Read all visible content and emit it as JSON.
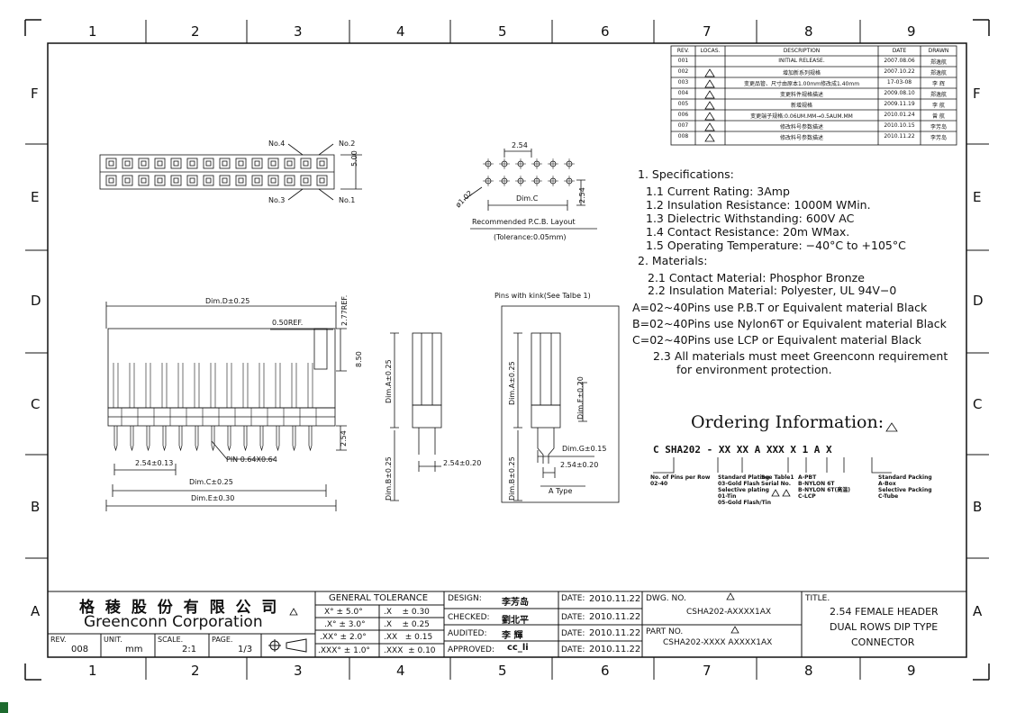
{
  "frame": {
    "col_numbers": [
      "1",
      "2",
      "3",
      "4",
      "5",
      "6",
      "7",
      "8",
      "9"
    ],
    "row_letters": [
      "F",
      "E",
      "D",
      "C",
      "B",
      "A"
    ]
  },
  "revision_table": {
    "headers": [
      "REV.",
      "LOCAS.",
      "DESCRIPTION",
      "DATE",
      "DRAWN"
    ],
    "rows": [
      {
        "rev": "001",
        "description": "INITIAL RELEASE.",
        "date": "2007.08.06",
        "drawn": "郑逸航"
      },
      {
        "rev": "002",
        "description": "增加新系列规格",
        "date": "2007.10.22",
        "drawn": "郑逸航"
      },
      {
        "rev": "003",
        "description": "变更品管、尺寸由原本1.00mm修改成1.40mm",
        "date": "17-03-08",
        "drawn": "李 辉"
      },
      {
        "rev": "004",
        "description": "变更料件规格描述",
        "date": "2009.08.10",
        "drawn": "郑逸航"
      },
      {
        "rev": "005",
        "description": "新增规格",
        "date": "2009.11.19",
        "drawn": "李 航"
      },
      {
        "rev": "006",
        "description": "变更端子规格:0.06UM.MM→0.5AUM.MM",
        "date": "2010.01.24",
        "drawn": "曾 航"
      },
      {
        "rev": "007",
        "description": "修改料号参数描述",
        "date": "2010.10.15",
        "drawn": "李芳岛"
      },
      {
        "rev": "008",
        "description": "修改料号参数描述",
        "date": "2010.11.22",
        "drawn": "李芳岛"
      }
    ]
  },
  "top_view": {
    "labels": [
      "No.4",
      "No.2",
      "No.3",
      "No.1"
    ],
    "height_dim": "5.00"
  },
  "pcb": {
    "pitch": "2.54",
    "hole": "ø1.02",
    "dim_c": "Dim.C",
    "side_pitch": "2.54",
    "title": "Recommended P.C.B. Layout",
    "tolerance": "(Tolerance:0.05mm)"
  },
  "specs": {
    "heading": "1. Specifications:",
    "items": [
      "1.1 Current Rating:  3Amp",
      "1.2 Insulation Resistance: 1000M WMin.",
      "1.3 Dielectric Withstanding:  600V AC",
      "1.4 Contact Resistance:  20m WMax.",
      "1.5 Operating Temperature: −40°C to +105°C"
    ],
    "materials_heading": "2. Materials:",
    "materials": [
      "2.1 Contact Material: Phosphor Bronze",
      "2.2 Insulation Material: Polyester, UL 94V−0"
    ],
    "options": [
      "A=02~40Pins use P.B.T or Equivalent material  Black",
      "B=02~40Pins use Nylon6T or Equivalent material Black",
      "C=02~40Pins use LCP or Equivalent material Black"
    ],
    "note_line1": "2.3 All materials must meet Greenconn requirement",
    "note_line2": "for environment protection."
  },
  "ordering": {
    "title": "Ordering Information:",
    "code": "C SHA202 - XX   XX   A XXX X 1 A X",
    "legends": [
      "No. of Pins per Row\n02-40",
      "Standard Plating\n03-Gold Flash\nSelective plating\n01-Tin\n05-Gold Flash/Tin",
      "See Table1\nSerial No.",
      "A-PBT\nB-NYLON 6T\nB-NYLON 6T(高温)\nC-LCP",
      "Standard Packing\nA-Box\nSelective Packing\nC-Tube"
    ]
  },
  "side_view": {
    "dim_d": "Dim.D±0.25",
    "ref_050": "0.50REF.",
    "ref_277": "2.77REF.",
    "dim_850": "8.50",
    "dim_254": "2.54",
    "pitch": "2.54±0.13",
    "pin": "PIN 0.64X0.64",
    "dim_c": "Dim.C±0.25",
    "dim_e": "Dim.E±0.30"
  },
  "end_view": {
    "dim_a": "Dim.A±0.25",
    "dim_b": "Dim.B±0.25",
    "row_pitch": "2.54±0.20"
  },
  "kink_view": {
    "title": "Pins with kink(See Talbe 1)",
    "dim_a": "Dim.A±0.25",
    "dim_b": "Dim.B±0.25",
    "dim_f": "Dim.F±0.20",
    "dim_g": "Dim.G±0.15",
    "row_pitch": "2.54±0.20",
    "type": "A Type"
  },
  "title_block": {
    "company_cn": "格 稜 股 份 有 限 公 司",
    "company_en": "Greenconn Corporation",
    "rev_label": "REV.",
    "rev": "008",
    "unit_label": "UNIT.",
    "unit": "mm",
    "scale_label": "SCALE.",
    "scale": "2:1",
    "page_label": "PAGE.",
    "page": "1/3",
    "tol_title": "GENERAL TOLERANCE",
    "tol_ang": [
      "X°  ± 5.0°",
      ".X°  ± 3.0°",
      ".XX°  ± 2.0°",
      ".XXX°  ± 1.0°"
    ],
    "tol_lin": [
      ".X    ± 0.30",
      ".X    ± 0.25",
      ".XX   ± 0.15",
      ".XXX  ± 0.10"
    ],
    "roles": [
      {
        "label": "DESIGN:",
        "name": "李芳岛",
        "date_label": "DATE:",
        "date": "2010.11.22"
      },
      {
        "label": "CHECKED:",
        "name": "劉北平",
        "date_label": "DATE:",
        "date": "2010.11.22"
      },
      {
        "label": "AUDITED:",
        "name": "李  輝",
        "date_label": "DATE:",
        "date": "2010.11.22"
      },
      {
        "label": "APPROVED:",
        "name": "cc_li",
        "date_label": "DATE:",
        "date": "2010.11.22"
      }
    ],
    "dwg_label": "DWG. NO.",
    "dwg_no": "CSHA202-AXXXX1AX",
    "part_label": "PART NO.",
    "part_no": "CSHA202-XXXX AXXXX1AX",
    "title_label": "TITLE.",
    "title_lines": [
      "2.54 FEMALE HEADER",
      "DUAL ROWS DIP TYPE",
      "CONNECTOR"
    ]
  }
}
